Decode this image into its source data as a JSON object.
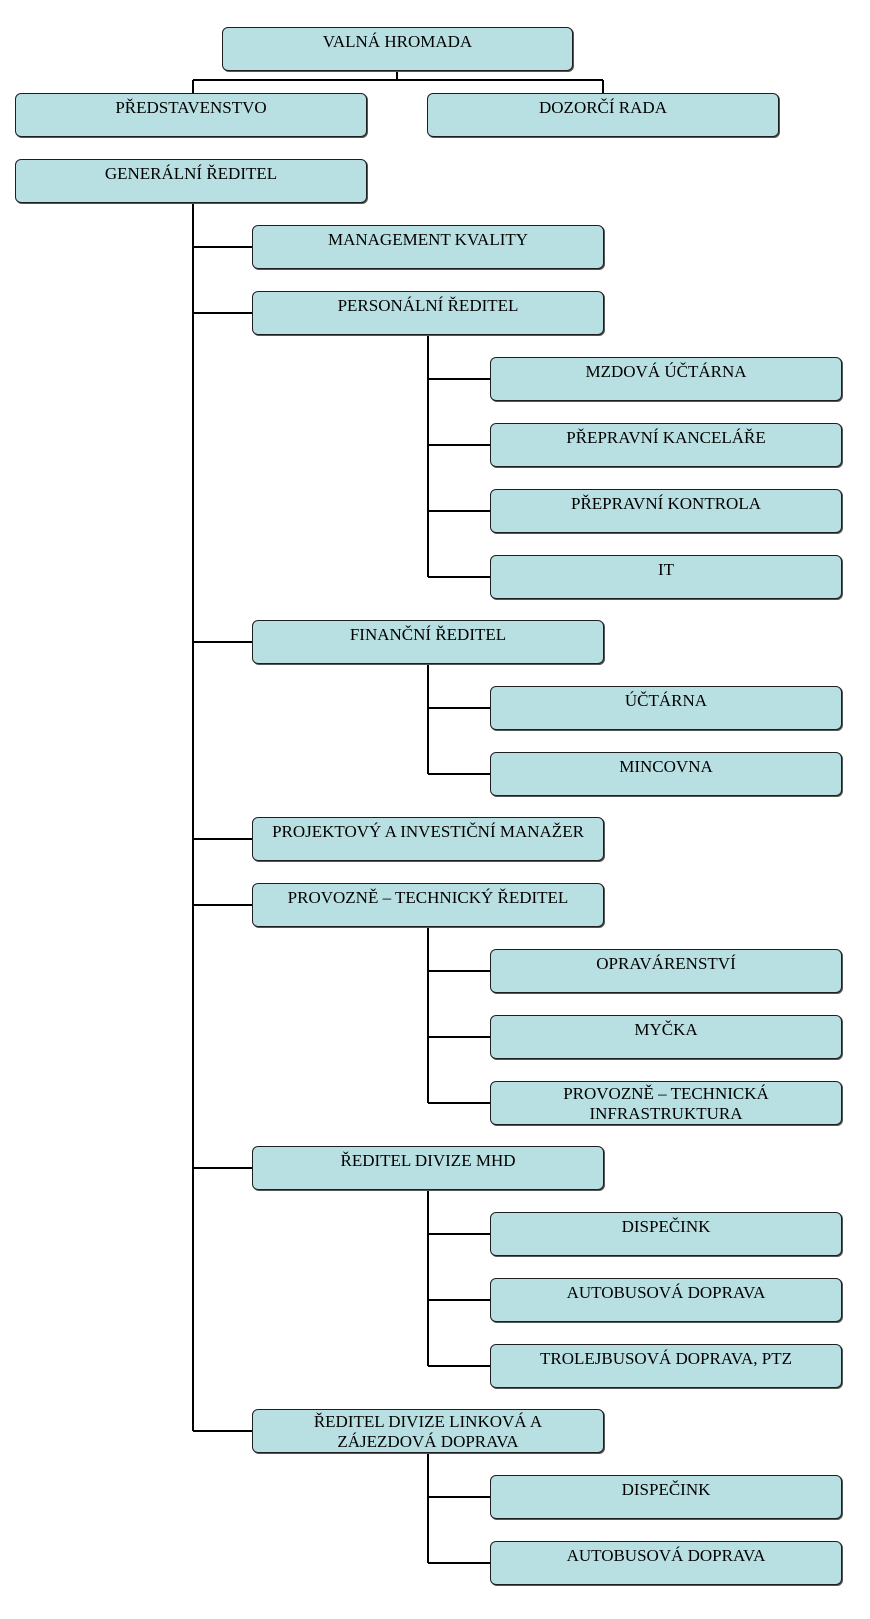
{
  "org": {
    "valna_hromada": "VALNÁ HROMADA",
    "predstavenstvo": "PŘEDSTAVENSTVO",
    "dozorci_rada": "DOZORČÍ RADA",
    "generalni_reditel": "GENERÁLNÍ ŘEDITEL",
    "management_kvality": "MANAGEMENT KVALITY",
    "personalni": {
      "title": "PERSONÁLNÍ ŘEDITEL",
      "units": [
        "MZDOVÁ ÚČTÁRNA",
        "PŘEPRAVNÍ KANCELÁŘE",
        "PŘEPRAVNÍ KONTROLA",
        "IT"
      ]
    },
    "financni": {
      "title": "FINANČNÍ ŘEDITEL",
      "units": [
        "ÚČTÁRNA",
        "MINCOVNA"
      ]
    },
    "projektovy": "PROJEKTOVÝ A INVESTIČNÍ MANAŽER",
    "provozne_technicky": {
      "title": "PROVOZNĚ – TECHNICKÝ ŘEDITEL",
      "units": [
        "OPRAVÁRENSTVÍ",
        "MYČKA"
      ],
      "infra_line1": "PROVOZNĚ – TECHNICKÁ",
      "infra_line2": "INFRASTRUKTURA"
    },
    "divize_mhd": {
      "title": "ŘEDITEL DIVIZE MHD",
      "units": [
        "DISPEČINK",
        "AUTOBUSOVÁ DOPRAVA",
        "TROLEJBUSOVÁ DOPRAVA, PTZ"
      ]
    },
    "divize_linkova": {
      "title_line1": "ŘEDITEL DIVIZE LINKOVÁ A",
      "title_line2": "ZÁJEZDOVÁ DOPRAVA",
      "units": [
        "DISPEČINK",
        "AUTOBUSOVÁ DOPRAVA"
      ]
    }
  }
}
